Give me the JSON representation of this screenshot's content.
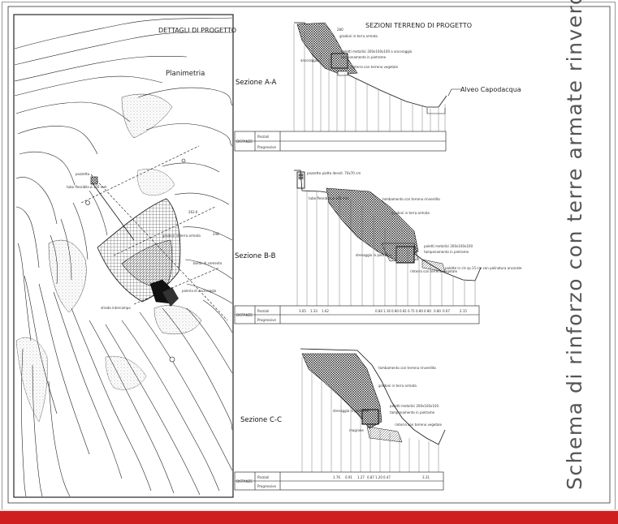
{
  "planimetry": {
    "header": "DETTAGLI DI PROGETTO",
    "title": "Planimetria",
    "labels": [
      "pozzetto",
      "tubo flessibile ø 120 mm",
      "262.6",
      "248",
      "gradoni in terra armata",
      "bordo di cemento",
      "paleria di ancoraggio",
      "strada intercampo"
    ]
  },
  "sections_header": "SEZIONI TERRENO DI PROGETTO",
  "river_label": "Alveo Capodacqua",
  "vertical_title": "Schema di rinforzo con terre armate rinverdite",
  "sections": [
    {
      "id": "A",
      "name": "Sezione A-A",
      "annotations": [
        "gradoni in terra armata",
        "paletti metallici 200x100x100 a ancoraggio",
        "tamponamento in pietrame",
        "ancoraggio",
        "rinterro con terreno vegetale",
        "280"
      ],
      "table_rows": [
        "DISTANZE",
        "Parziali",
        "Progressive"
      ]
    },
    {
      "id": "B",
      "name": "Sezione B-B",
      "annotations": [
        "pozzetto piatto densit. 70x70 cm",
        "tubo flessibile ø 120 mm",
        "tombamento con terreno rinverdito",
        "gradoni in terra armata",
        "drenaggio in pietrame",
        "paletti metallici 200x100x100",
        "tamponamento in pietrame",
        "rinterro con terreno vegetale",
        "palette in cls sp.15 cm con palinatura ancorate"
      ],
      "table_rows": [
        "DISTANZE",
        "Parziali",
        "Progressive"
      ],
      "partials": [
        "3.65",
        "1.33",
        "1.62",
        "0.84",
        "1.16",
        "0.80",
        "0.81",
        "0.71",
        "0.80",
        "0.80",
        "0.80",
        "0.67",
        "2.15"
      ]
    },
    {
      "id": "C",
      "name": "Sezione C-C",
      "annotations": [
        "tombamento con terreno rinverdito",
        "gradoni in terra armata",
        "drenaggio in pietrame",
        "paletti metallici 200x100x100",
        "tamponamento in pietrame",
        "rinterro con terreno vegetale",
        "magrone"
      ],
      "table_rows": [
        "DISTANZE",
        "Parziali",
        "Progressive"
      ],
      "partials": [
        "1.76",
        "0.91",
        "1.27",
        "0.87",
        "1.20",
        "0.47",
        "3.31"
      ]
    }
  ]
}
